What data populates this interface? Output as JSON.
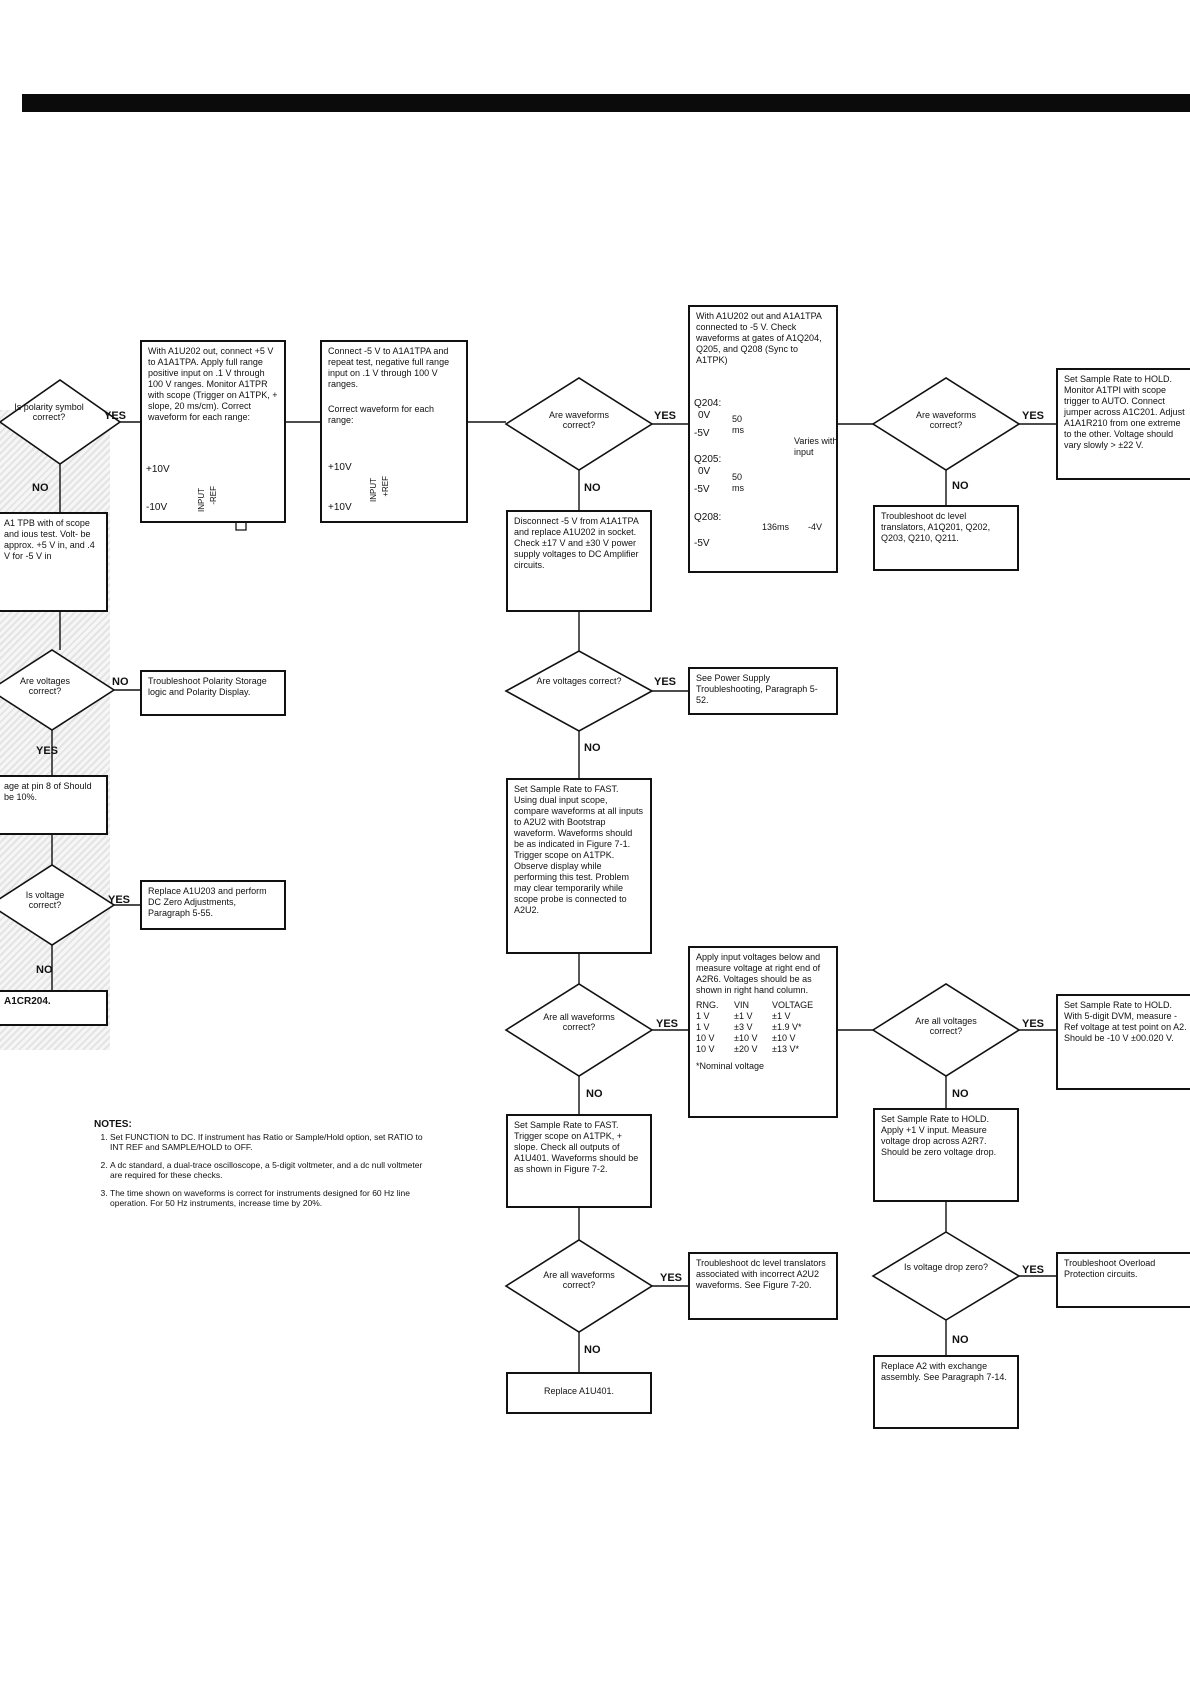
{
  "decisions": {
    "polarity_symbol": "Is polarity symbol correct?",
    "polarity_voltages": "Are voltages correct?",
    "voltage_left": "Is voltage correct?",
    "waveforms_1": "Are waveforms correct?",
    "voltages_mid": "Are voltages correct?",
    "all_waveforms_1": "Are all waveforms correct?",
    "all_waveforms_2": "Are all waveforms correct?",
    "waveforms_right": "Are waveforms correct?",
    "all_voltages_right": "Are all voltages correct?",
    "voltage_drop": "Is voltage drop zero?"
  },
  "labels": {
    "yes": "YES",
    "no": "NO"
  },
  "boxes": {
    "left_tpb": "A1 TPB with of scope and ious test. Volt- be approx. +5 V in, and .4 V for -5 V in",
    "left_pin": "age at pin 8 of Should be 10%.",
    "left_cr": "A1CR204.",
    "a1u202_positive": "With A1U202 out, connect +5 V to A1A1TPA. Apply full range positive input on .1 V through 100 V ranges. Monitor A1TPR with scope (Trigger on A1TPK, + slope, 20 ms/cm). Correct waveform for each range:",
    "connect_minus5": "Connect -5 V to A1A1TPA and repeat test, negative full range input on .1 V through 100 V ranges.",
    "connect_minus5_b": "Correct waveform for each range:",
    "polarity_storage": "Troubleshoot Polarity Storage logic and Polarity Display.",
    "replace_a1u203": "Replace A1U203 and perform DC Zero Adjustments, Paragraph 5-55.",
    "disconnect": "Disconnect -5 V from A1A1TPA and replace A1U202 in socket. Check ±17 V and ±30 V power supply voltages to DC Amplifier circuits.",
    "power_supply": "See Power Supply Troubleshooting, Paragraph 5-52.",
    "set_fast_1": "Set Sample Rate to FAST. Using dual input scope, compare waveforms at all inputs to A2U2 with Bootstrap waveform. Waveforms should be as indicated in Figure 7-1. Trigger scope on A1TPK. Observe display while performing this test. Problem may clear temporarily while scope probe is connected to A2U2.",
    "set_fast_2": "Set Sample Rate to FAST. Trigger scope on A1TPK, + slope. Check all outputs of A1U401. Waveforms should be as shown in Figure 7-2.",
    "replace_a1u401": "Replace A1U401.",
    "troubleshoot_a2u2": "Troubleshoot dc level translators associated with incorrect A2U2 waveforms. See Figure 7-20.",
    "gates_check": "With A1U202 out and A1A1TPA connected to -5 V. Check waveforms at gates of A1Q204, Q205, and Q208 (Sync to A1TPK)",
    "apply_input": "Apply input voltages below and measure voltage at right end of A2R6. Voltages should be as shown in right hand column.",
    "dc_level_q": "Troubleshoot dc level translators, A1Q201, Q202, Q203, Q210, Q211.",
    "set_hold_1": "Set Sample Rate to HOLD. Monitor A1TPI with scope trigger to AUTO. Connect jumper across A1C201. Adjust A1A1R210 from one extreme to the other. Voltage should vary slowly > ±22 V.",
    "set_hold_2": "Set Sample Rate to HOLD. With 5-digit DVM, measure -Ref voltage at test point on A2. Should be -10 V ±00.020 V.",
    "set_hold_3": "Set Sample Rate to HOLD. Apply +1 V input. Measure voltage drop across A2R7. Should be zero voltage drop.",
    "overload": "Troubleshoot Overload Protection circuits.",
    "replace_a2": "Replace A2 with exchange assembly. See Paragraph 7-14."
  },
  "waveforms": {
    "plus10": "+10V",
    "minus10": "-10V",
    "input": "INPUT",
    "minus_ref": "-REF",
    "plus_ref": "+REF",
    "q204": "Q204:",
    "q205": "Q205:",
    "q208": "Q208:",
    "zero_v": "0V",
    "minus5": "-5V",
    "minus4": "-4V",
    "fifty_ms": "50 ms",
    "ms136": "136ms",
    "varies": "Varies with input"
  },
  "table": {
    "headers": [
      "RNG.",
      "VIN",
      "VOLTAGE"
    ],
    "rows": [
      [
        "1 V",
        "±1 V",
        "±1 V"
      ],
      [
        "1 V",
        "±3 V",
        "±1.9 V*"
      ],
      [
        "10 V",
        "±10 V",
        "±10 V"
      ],
      [
        "10 V",
        "±20 V",
        "±13 V*"
      ]
    ],
    "footnote": "*Nominal voltage"
  },
  "notes": {
    "title": "NOTES:",
    "items": [
      "Set FUNCTION to DC. If instrument has Ratio or Sample/Hold option, set RATIO to INT REF and SAMPLE/HOLD to OFF.",
      "A dc standard, a dual-trace oscilloscope, a 5-digit voltmeter, and a dc null voltmeter are required for these checks.",
      "The time shown on waveforms is correct for instruments designed for 60 Hz line operation. For 50 Hz instruments, increase time by 20%."
    ]
  }
}
